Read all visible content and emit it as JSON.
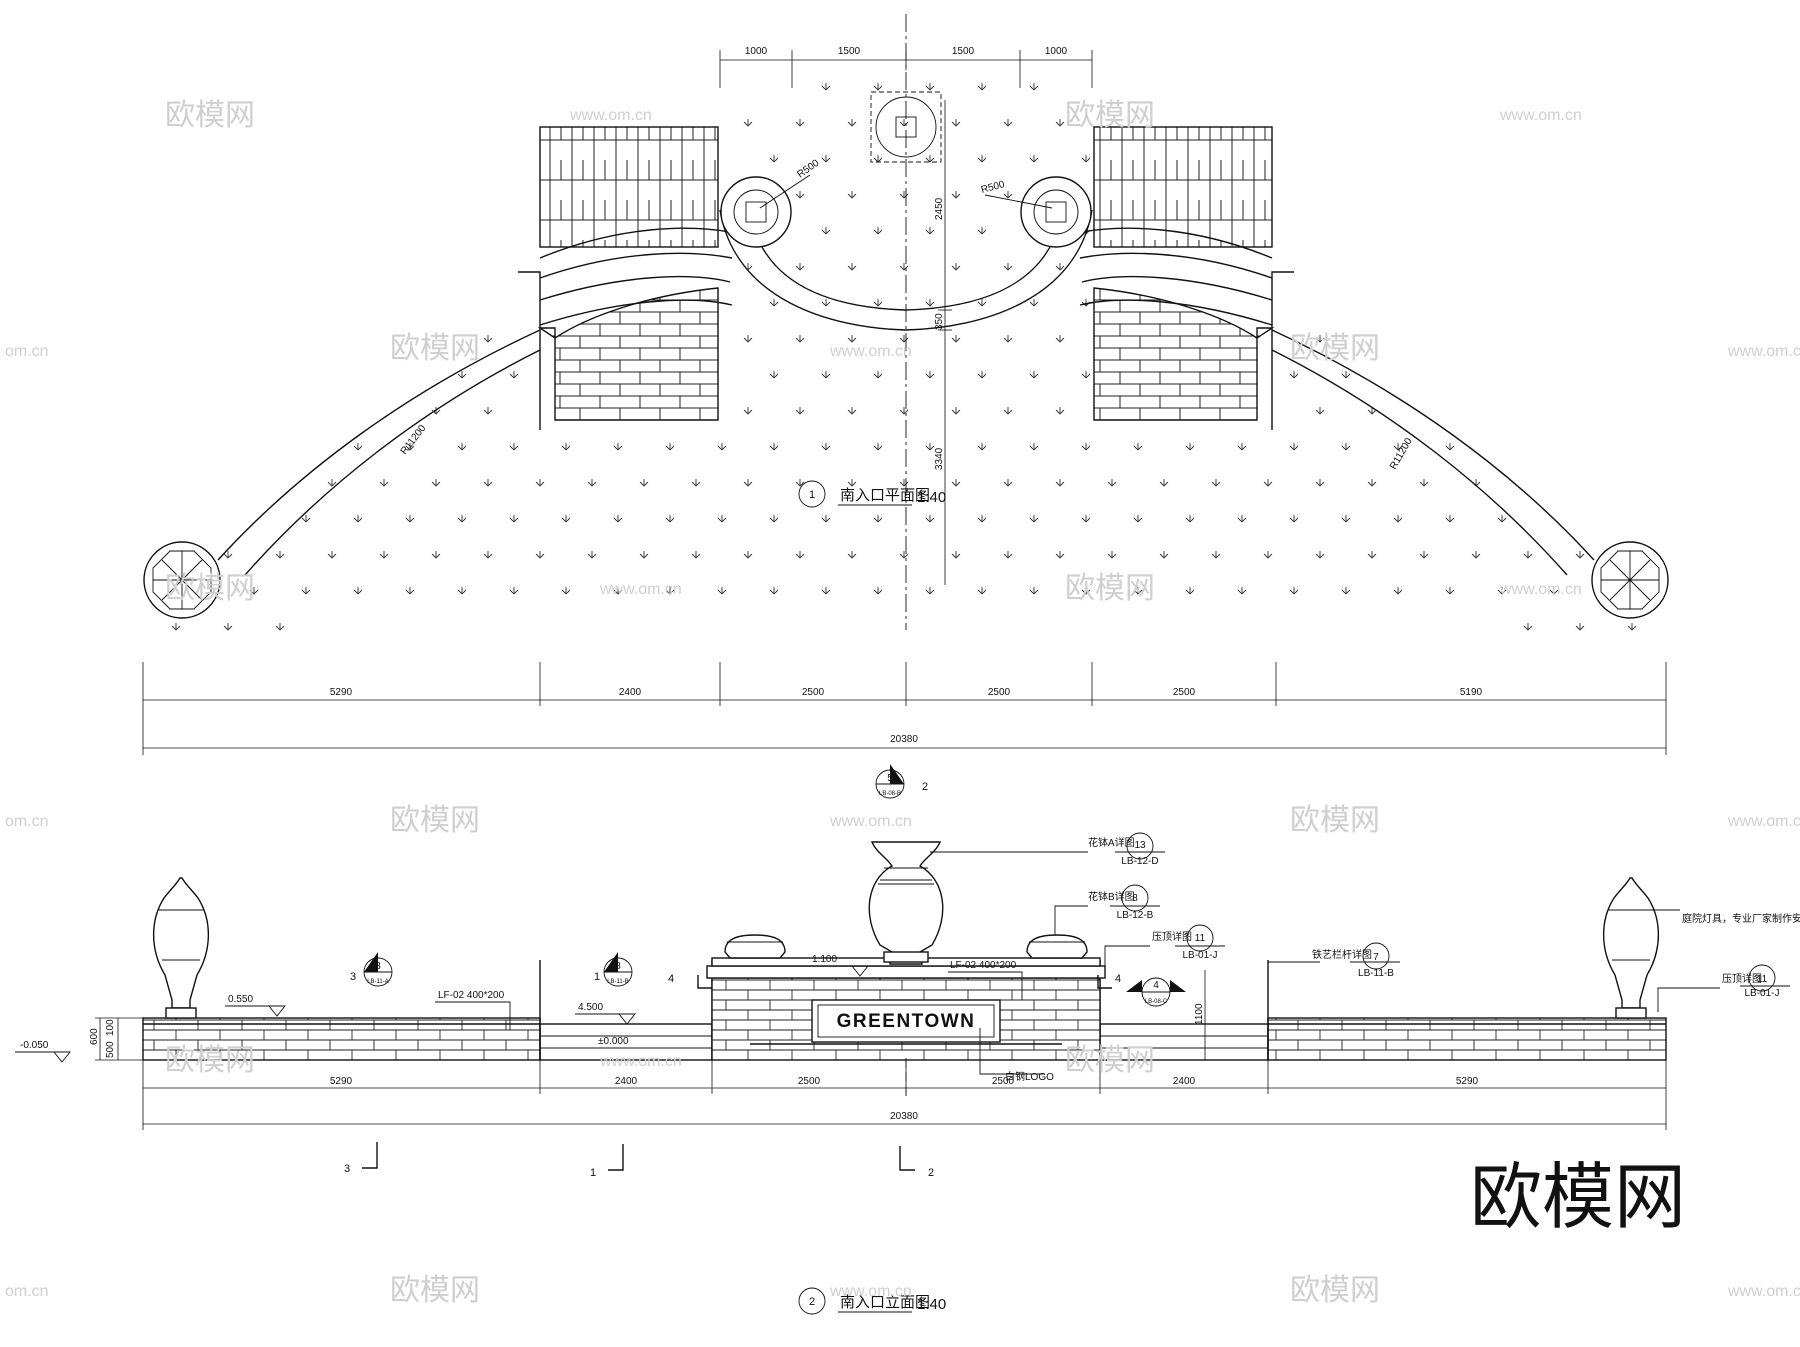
{
  "plan": {
    "title_num": "1",
    "title": "南入口平面图",
    "scale": "1:40",
    "top_dims": [
      "1000",
      "1500",
      "1500",
      "1000"
    ],
    "v_dims": [
      "2450",
      "350",
      "3340"
    ],
    "radius_labels": [
      "R500",
      "R500",
      "R11200",
      "R11200"
    ],
    "bottom_dims": [
      "5290",
      "2400",
      "2500",
      "2500",
      "2500",
      "5190"
    ],
    "total": "20380"
  },
  "elevation": {
    "title_num": "2",
    "title": "南入口立面图",
    "scale": "1:40",
    "sign_text": "GREENTOWN",
    "levels": [
      "-0.050",
      "0.550",
      "4.500",
      "±0.000",
      "1.100"
    ],
    "left_vdims": [
      "600",
      "100",
      "500"
    ],
    "right_vdim": "1100",
    "material_labels": [
      "LF-02 400*200",
      "LF-02 400*200"
    ],
    "logo_label": "白钢LOGO",
    "callouts": [
      {
        "text": "花钵A详图",
        "num": "13",
        "ref": "LB-12-D"
      },
      {
        "text": "花钵B详图",
        "num": "8",
        "ref": "LB-12-B"
      },
      {
        "text": "压顶详图",
        "num": "11",
        "ref": "LB-01-J"
      },
      {
        "text": "铁艺栏杆详图",
        "num": "7",
        "ref": "LB-11-B"
      },
      {
        "text": "压顶详图",
        "num": "11",
        "ref": "LB-01-J"
      }
    ],
    "right_note": "庭院灯具，专业厂家制作安装",
    "section_marks": [
      {
        "num": "3",
        "sheet": "LB-11-A",
        "id": "3"
      },
      {
        "num": "8",
        "sheet": "LB-11-B",
        "id": "1"
      },
      {
        "num": "5",
        "sheet": "LB-08-B",
        "id": "2"
      },
      {
        "num": "4",
        "sheet": "LB-08-C",
        "id": "4"
      }
    ],
    "cut_labels": [
      "3",
      "1",
      "2",
      "4",
      "4"
    ],
    "bottom_dims": [
      "5290",
      "2400",
      "2500",
      "2500",
      "2400",
      "5290"
    ],
    "total": "20380"
  },
  "watermark": {
    "brand": "欧模网",
    "url": "www.om.cn",
    "short": "om.cn"
  }
}
